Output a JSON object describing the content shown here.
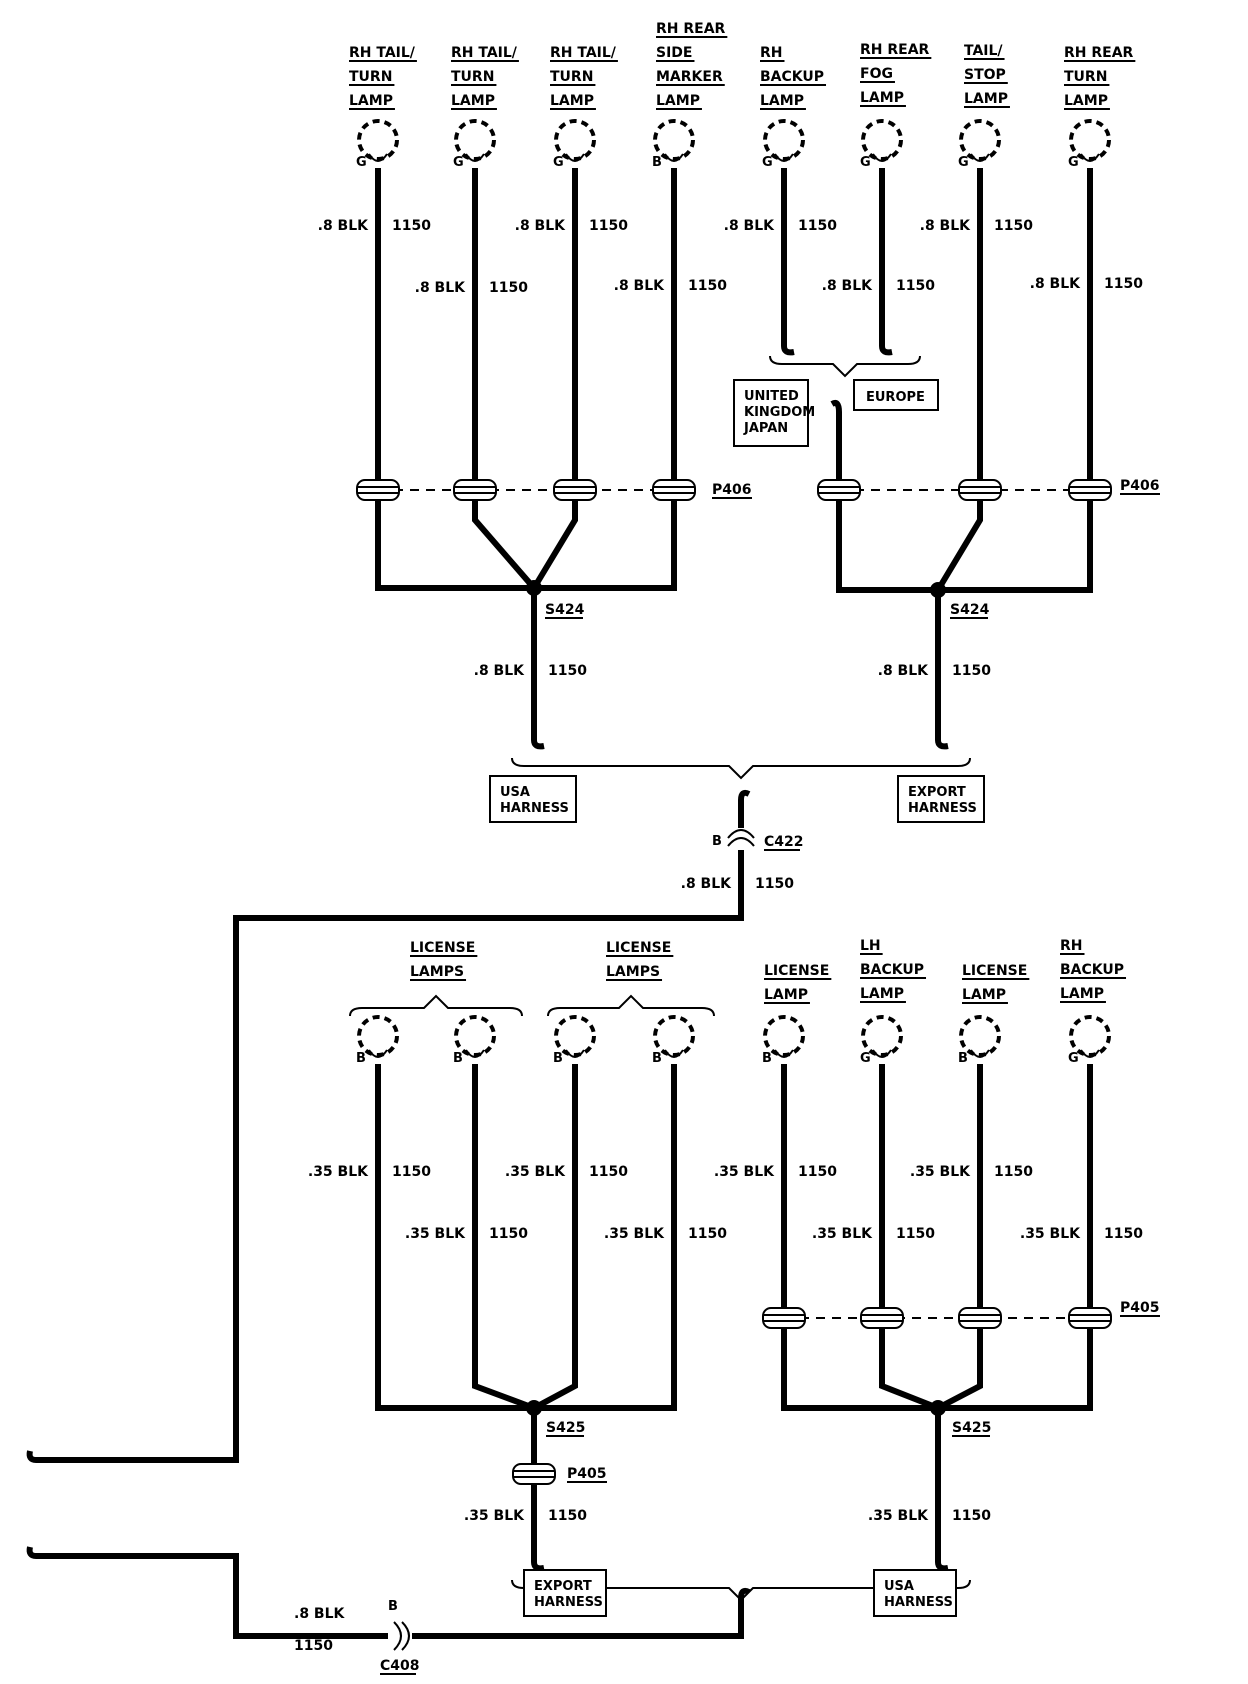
{
  "top_lamps": [
    {
      "name": [
        "RH TAIL/",
        "TURN",
        "LAMP"
      ],
      "pin": "G",
      "wire_size": ".8 BLK",
      "circuit": "1150"
    },
    {
      "name": [
        "RH TAIL/",
        "TURN",
        "LAMP"
      ],
      "pin": "G",
      "wire_size": ".8 BLK",
      "circuit": "1150"
    },
    {
      "name": [
        "RH TAIL/",
        "TURN",
        "LAMP"
      ],
      "pin": "G",
      "wire_size": ".8 BLK",
      "circuit": "1150"
    },
    {
      "name": [
        "RH REAR",
        "SIDE",
        "MARKER",
        "LAMP"
      ],
      "pin": "B",
      "wire_size": ".8 BLK",
      "circuit": "1150"
    },
    {
      "name": [
        "RH",
        "BACKUP",
        "LAMP"
      ],
      "pin": "G",
      "wire_size": ".8 BLK",
      "circuit": "1150"
    },
    {
      "name": [
        "RH REAR",
        "FOG",
        "LAMP"
      ],
      "pin": "G",
      "wire_size": ".8 BLK",
      "circuit": "1150"
    },
    {
      "name": [
        "TAIL/",
        "STOP",
        "LAMP"
      ],
      "pin": "G",
      "wire_size": ".8 BLK",
      "circuit": "1150"
    },
    {
      "name": [
        "RH REAR",
        "TURN",
        "LAMP"
      ],
      "pin": "G",
      "wire_size": ".8 BLK",
      "circuit": "1150"
    }
  ],
  "bottom_groups": [
    {
      "name": [
        "LICENSE",
        "LAMPS"
      ]
    },
    {
      "name": [
        "LICENSE",
        "LAMPS"
      ]
    }
  ],
  "bottom_lamps": [
    {
      "name": [],
      "pin": "B",
      "wire_size": ".35 BLK",
      "circuit": "1150"
    },
    {
      "name": [],
      "pin": "B",
      "wire_size": ".35 BLK",
      "circuit": "1150"
    },
    {
      "name": [],
      "pin": "B",
      "wire_size": ".35 BLK",
      "circuit": "1150"
    },
    {
      "name": [],
      "pin": "B",
      "wire_size": ".35 BLK",
      "circuit": "1150"
    },
    {
      "name": [
        "LICENSE",
        "LAMP"
      ],
      "pin": "B",
      "wire_size": ".35 BLK",
      "circuit": "1150"
    },
    {
      "name": [
        "LH",
        "BACKUP",
        "LAMP"
      ],
      "pin": "G",
      "wire_size": ".35 BLK",
      "circuit": "1150"
    },
    {
      "name": [
        "LICENSE",
        "LAMP"
      ],
      "pin": "B",
      "wire_size": ".35 BLK",
      "circuit": "1150"
    },
    {
      "name": [
        "RH",
        "BACKUP",
        "LAMP"
      ],
      "pin": "G",
      "wire_size": ".35 BLK",
      "circuit": "1150"
    }
  ],
  "connectors": {
    "p406": "P406",
    "p405": "P405",
    "s424": "S424",
    "s425": "S425",
    "c422": "C422",
    "c422_pin": "B",
    "c408": "C408",
    "c408_pin": "B"
  },
  "region_boxes": {
    "uk_japan": [
      "UNITED",
      "KINGDOM",
      "JAPAN"
    ],
    "europe": "EUROPE",
    "usa_harness": [
      "USA",
      "HARNESS"
    ],
    "export_harness": [
      "EXPORT",
      "HARNESS"
    ]
  },
  "wire_labels": {
    "size_08": ".8 BLK",
    "size_035": ".35 BLK",
    "circuit": "1150"
  }
}
